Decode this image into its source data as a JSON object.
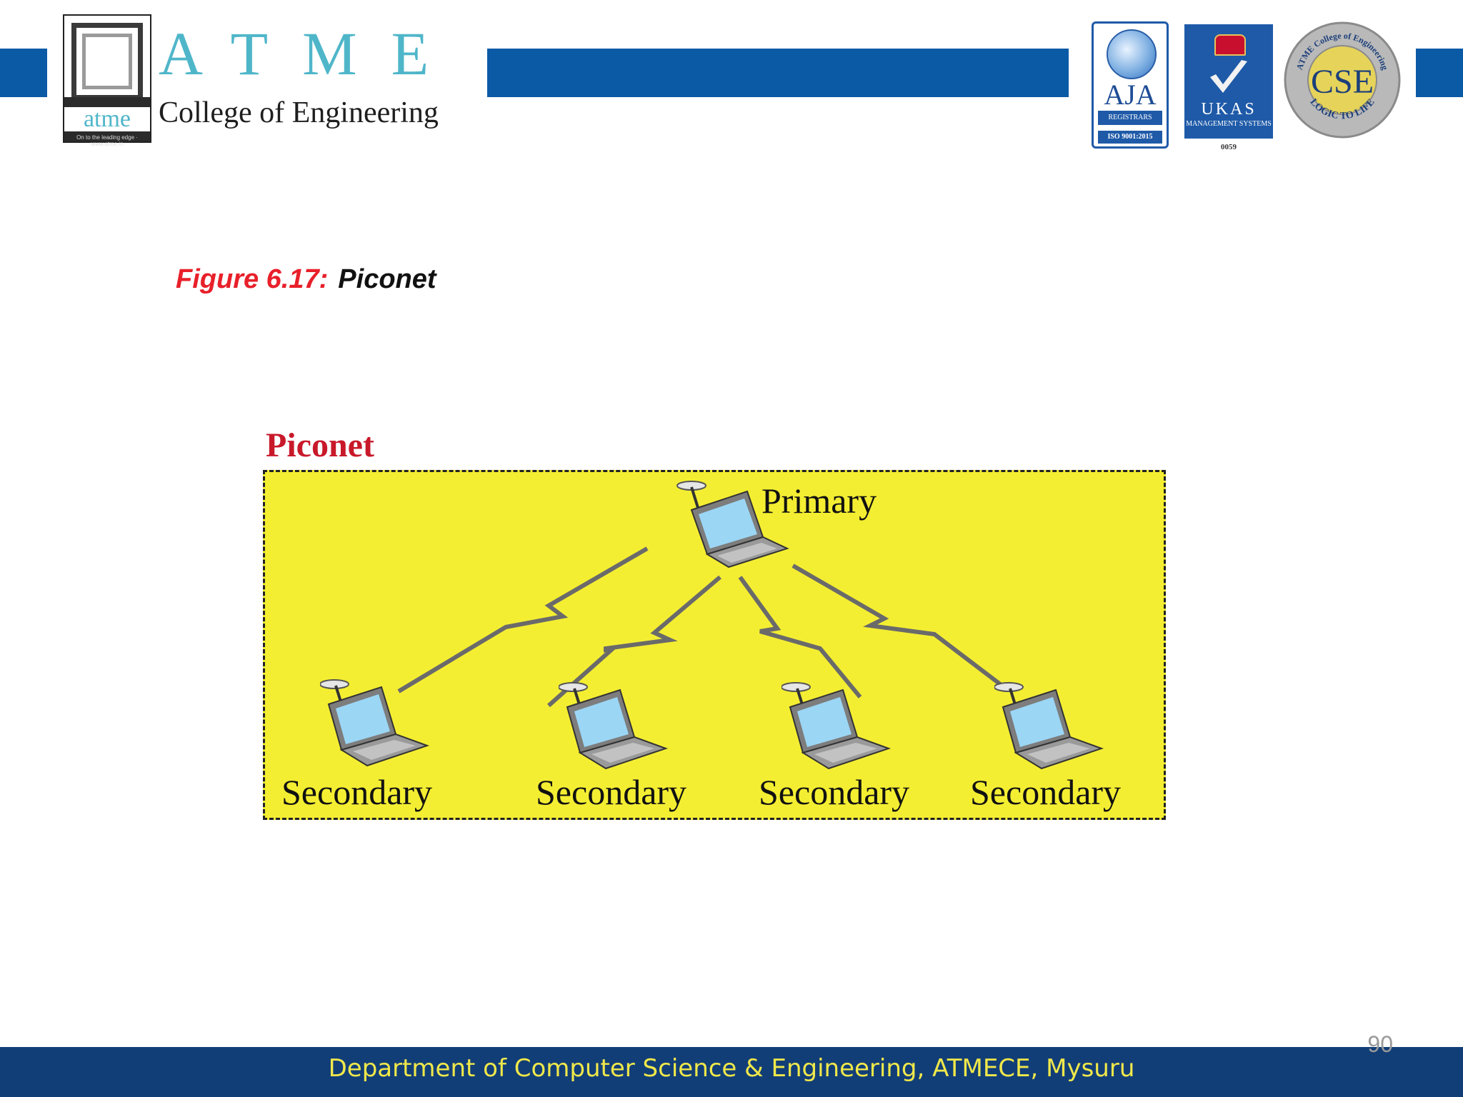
{
  "header": {
    "logo_text": "atme",
    "logo_tagline": "On to the leading edge · www.atme.in",
    "brand_letters": "ATME",
    "college_name": "College of Engineering",
    "aja": {
      "name": "AJA",
      "registrars": "REGISTRARS",
      "iso": "ISO 9001:2015"
    },
    "ukas": {
      "name": "UKAS",
      "sub": "MANAGEMENT SYSTEMS",
      "number": "0059"
    },
    "cse_seal": {
      "center": "CSE",
      "ring_top": "ATME College of Engineering",
      "ring_bottom": "LOGIC TO LIFE"
    }
  },
  "figure": {
    "number": "Figure 6.17:",
    "title": "Piconet"
  },
  "diagram": {
    "heading": "Piconet",
    "primary_label": "Primary",
    "secondary_labels": [
      "Secondary",
      "Secondary",
      "Secondary",
      "Secondary"
    ]
  },
  "footer": {
    "text": "Department of Computer Science & Engineering, ATMECE, Mysuru",
    "slide_number": "90"
  },
  "colors": {
    "header_blue": "#0a5aa6",
    "footer_blue": "#123e77",
    "footer_text": "#f0e84a",
    "piconet_fill": "#f4ee32",
    "heading_red": "#c8192a",
    "caption_red": "#e8202a"
  }
}
